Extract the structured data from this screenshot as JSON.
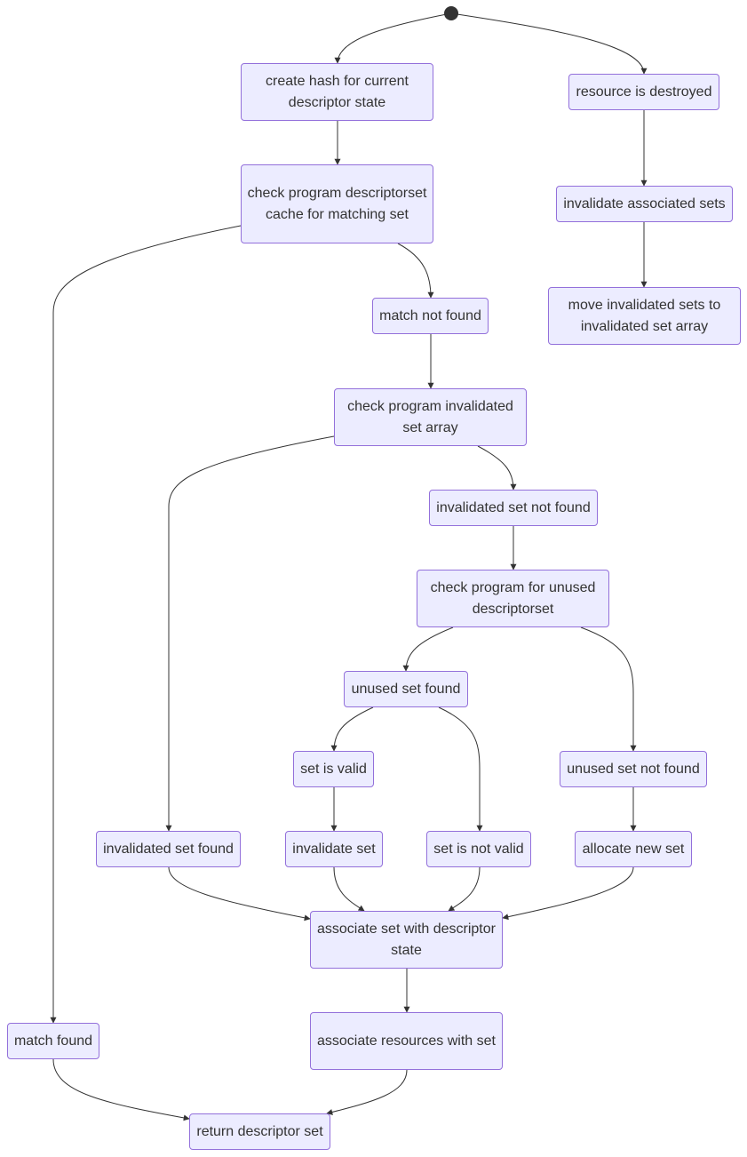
{
  "diagram": {
    "nodes": {
      "create_hash": "create hash for current descriptor state",
      "check_cache": "check program descriptorset cache for matching set",
      "match_not_found": "match not found",
      "check_invalidated": "check program invalidated set array",
      "invalidated_not_found": "invalidated set not found",
      "check_unused": "check program for unused descriptorset",
      "unused_set_found": "unused set found",
      "set_is_valid": "set is valid",
      "unused_not_found": "unused set not found",
      "invalidated_set_found": "invalidated set found",
      "invalidate_set": "invalidate set",
      "set_not_valid": "set is not valid",
      "allocate_new_set": "allocate new set",
      "associate_set": "associate set with descriptor state",
      "associate_resources": "associate resources with set",
      "match_found": "match found",
      "return_set": "return descriptor set",
      "resource_destroyed": "resource is destroyed",
      "invalidate_associated": "invalidate associated sets",
      "move_invalidated": "move invalidated sets to invalidated set array"
    },
    "colors": {
      "node_fill": "#ececff",
      "node_border": "#9370db",
      "edge": "#333333",
      "text": "#333333"
    }
  }
}
